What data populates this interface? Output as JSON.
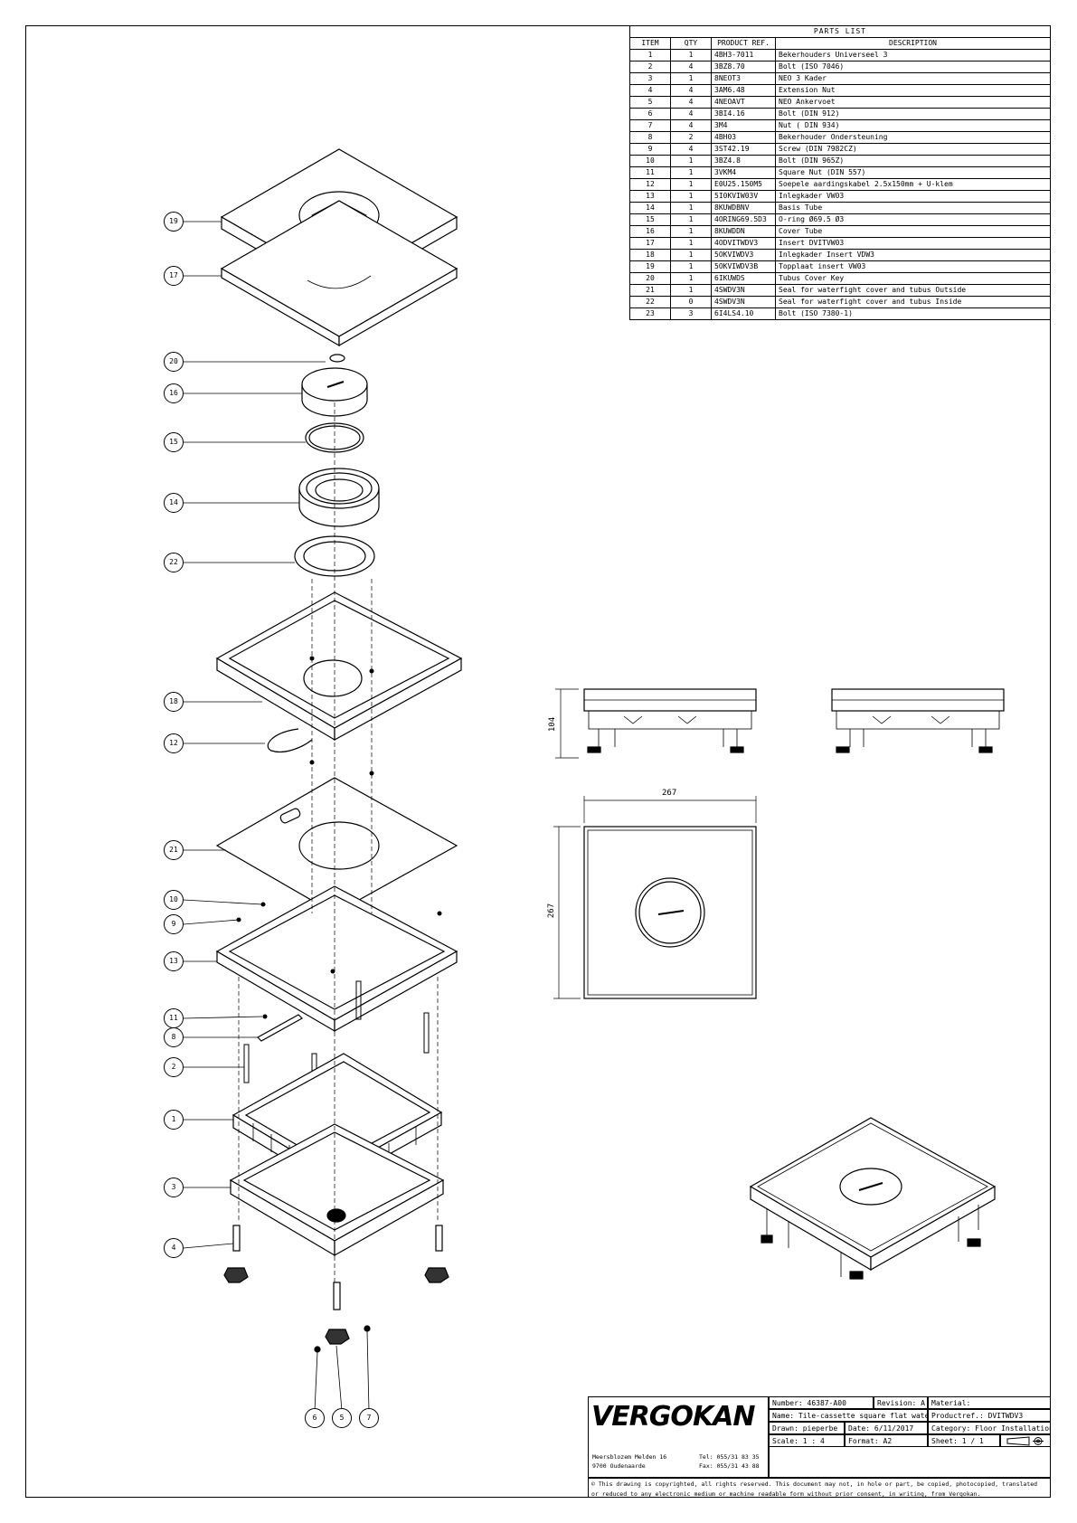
{
  "parts_list": {
    "title": "PARTS LIST",
    "headers": {
      "item": "ITEM",
      "qty": "QTY",
      "ref": "PRODUCT REF.",
      "desc": "DESCRIPTION"
    },
    "rows": [
      {
        "item": "1",
        "qty": "1",
        "ref": "4BH3-7011",
        "desc": "Bekerhouders Universeel 3"
      },
      {
        "item": "2",
        "qty": "4",
        "ref": "3BZ8.70",
        "desc": "Bolt (ISO 7046)"
      },
      {
        "item": "3",
        "qty": "1",
        "ref": "8NEOT3",
        "desc": "NEO 3 Kader"
      },
      {
        "item": "4",
        "qty": "4",
        "ref": "3AM6.48",
        "desc": "Extension Nut"
      },
      {
        "item": "5",
        "qty": "4",
        "ref": "4NEOAVT",
        "desc": "NEO Ankervoet"
      },
      {
        "item": "6",
        "qty": "4",
        "ref": "3BI4.16",
        "desc": "Bolt (DIN 912)"
      },
      {
        "item": "7",
        "qty": "4",
        "ref": "3M4",
        "desc": "Nut ( DIN 934)"
      },
      {
        "item": "8",
        "qty": "2",
        "ref": "4BH03",
        "desc": "Bekerhouder Ondersteuning"
      },
      {
        "item": "9",
        "qty": "4",
        "ref": "3ST42.19",
        "desc": "Screw (DIN 7982CZ)"
      },
      {
        "item": "10",
        "qty": "1",
        "ref": "3BZ4.8",
        "desc": "Bolt (DIN 965Z)"
      },
      {
        "item": "11",
        "qty": "1",
        "ref": "3VKM4",
        "desc": "Square Nut (DIN 557)"
      },
      {
        "item": "12",
        "qty": "1",
        "ref": "E0U25.150M5",
        "desc": "Soepele aardingskabel 2.5x150mm + U-klem"
      },
      {
        "item": "13",
        "qty": "1",
        "ref": "5I0KVIW03V",
        "desc": "Inlegkader VW03"
      },
      {
        "item": "14",
        "qty": "1",
        "ref": "8KUWDBNV",
        "desc": "Basis Tube"
      },
      {
        "item": "15",
        "qty": "1",
        "ref": "4ORING69.5D3",
        "desc": "O-ring Ø69.5 Ø3"
      },
      {
        "item": "16",
        "qty": "1",
        "ref": "8KUWDDN",
        "desc": "Cover Tube"
      },
      {
        "item": "17",
        "qty": "1",
        "ref": "4ODVITWDV3",
        "desc": "Insert DVITVW03"
      },
      {
        "item": "18",
        "qty": "1",
        "ref": "5OKVIWDV3",
        "desc": "Inlegkader Insert VDW3"
      },
      {
        "item": "19",
        "qty": "1",
        "ref": "5OKVIWDV3B",
        "desc": "Topplaat insert VW03"
      },
      {
        "item": "20",
        "qty": "1",
        "ref": "6IKUWDS",
        "desc": "Tubus Cover Key"
      },
      {
        "item": "21",
        "qty": "1",
        "ref": "4SWDV3N",
        "desc": "Seal for waterfight cover and tubus Outside"
      },
      {
        "item": "22",
        "qty": "0",
        "ref": "4SWDV3N",
        "desc": "Seal for waterfight cover and tubus Inside"
      },
      {
        "item": "23",
        "qty": "3",
        "ref": "6I4LS4.10",
        "desc": "Bolt (ISO 7380-1)"
      }
    ]
  },
  "callouts": [
    "19",
    "17",
    "20",
    "16",
    "15",
    "14",
    "22",
    "18",
    "12",
    "21",
    "10",
    "9",
    "13",
    "11",
    "8",
    "2",
    "1",
    "3",
    "4",
    "6",
    "5",
    "7"
  ],
  "dimensions": {
    "height": "104",
    "width": "267",
    "depth": "267"
  },
  "title_block": {
    "logo": "VERGOKAN",
    "address_line1": "Meersblozem Melden 16",
    "address_line2": "9700 Oudenaarde",
    "tel": "Tel: 055/31 83 35",
    "fax": "Fax: 055/31 43 88",
    "number": "Number: 46387-A00",
    "revision": "Revision: A",
    "material": "Material:",
    "name": "Name: Tile-cassette square flat water",
    "product_ref": "Productref.: DVITWDV3",
    "drawn": "Drawn: pieperbe",
    "date": "Date: 6/11/2017",
    "category": "Category: Floor Installations",
    "scale": "Scale: 1 : 4",
    "format": "Format: A2",
    "sheet": "Sheet: 1 / 1",
    "copyright": "© This drawing is copyrighted, all rights reserved. This document may not, in hole or part, be copied, photocopied, translated or reduced to any electronic medium or machine readable form without prior consent, in writing, from Vergokan."
  }
}
